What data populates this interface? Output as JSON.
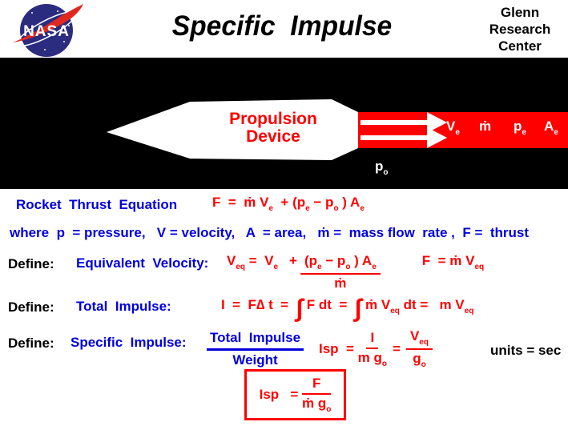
{
  "colors": {
    "red": "#ff0000",
    "blue": "#0000dd",
    "black": "#000000",
    "white": "#ffffff",
    "nasa_blue": "#2b2b80",
    "nasa_red": "#e0281e"
  },
  "header": {
    "logo": "NASA",
    "title": "Specific  Impulse",
    "org_lines": [
      "Glenn",
      "Research",
      "Center"
    ]
  },
  "diagram": {
    "device": [
      "Propulsion",
      "Device"
    ],
    "labels": {
      "ve": [
        {
          "t": "V"
        },
        {
          "t": "e",
          "s": "sub"
        }
      ],
      "mdot": [
        {
          "t": "ṁ"
        }
      ],
      "pe": [
        {
          "t": "p"
        },
        {
          "t": "e",
          "s": "sub"
        }
      ],
      "ae": [
        {
          "t": "A"
        },
        {
          "t": "e",
          "s": "sub"
        }
      ],
      "po": [
        {
          "t": "p"
        },
        {
          "t": "o",
          "s": "sub"
        }
      ]
    }
  },
  "rows": {
    "thrust": {
      "label": "Rocket  Thrust  Equation",
      "eq": [
        {
          "t": "F  =  "
        },
        {
          "t": "ṁ"
        },
        {
          "t": " V"
        },
        {
          "t": "e",
          "s": "sub"
        },
        {
          "t": "  + (p"
        },
        {
          "t": "e",
          "s": "sub"
        },
        {
          "t": " − p"
        },
        {
          "t": "o",
          "s": "sub"
        },
        {
          "t": " ) A"
        },
        {
          "t": "e",
          "s": "sub"
        }
      ]
    },
    "where": {
      "text": "where  p  = pressure,   V = velocity,   A  = area,   ṁ =  mass flow  rate ,  F =  thrust"
    },
    "equiv": {
      "define": "Define:",
      "label": "Equivalent  Velocity:",
      "lhs": [
        {
          "t": "V"
        },
        {
          "t": "eq",
          "s": "sub"
        },
        {
          "t": " =  V"
        },
        {
          "t": "e",
          "s": "sub"
        }
      ],
      "plus": "+",
      "frac_num": [
        {
          "t": "(p"
        },
        {
          "t": "e",
          "s": "sub"
        },
        {
          "t": " − p"
        },
        {
          "t": "o",
          "s": "sub"
        },
        {
          "t": " ) A"
        },
        {
          "t": "e",
          "s": "sub"
        }
      ],
      "frac_den": [
        {
          "t": "ṁ"
        }
      ],
      "rhs": [
        {
          "t": "F  = "
        },
        {
          "t": "ṁ"
        },
        {
          "t": " V"
        },
        {
          "t": "eq",
          "s": "sub"
        }
      ]
    },
    "total": {
      "define": "Define:",
      "label": "Total  Impulse:",
      "eq": [
        {
          "t": "I  =  F"
        },
        {
          "t": "∆"
        },
        {
          "t": " t  =  "
        },
        {
          "t": "∫",
          "s": "int"
        },
        {
          "t": " F dt  =  "
        },
        {
          "t": "∫",
          "s": "int"
        },
        {
          "t": " "
        },
        {
          "t": "ṁ"
        },
        {
          "t": " V"
        },
        {
          "t": "eq",
          "s": "sub"
        },
        {
          "t": " dt =   m V"
        },
        {
          "t": "eq",
          "s": "sub"
        }
      ]
    },
    "specific": {
      "define": "Define:",
      "label": "Specific  Impulse:",
      "ratio_num": "Total  Impulse",
      "ratio_den": "Weight",
      "isp_lhs": [
        {
          "t": "Isp  = "
        }
      ],
      "frac1_num": [
        {
          "t": "I"
        }
      ],
      "frac1_den": [
        {
          "t": "m g"
        },
        {
          "t": "o",
          "s": "sub"
        }
      ],
      "eq_sign": "=",
      "frac2_num": [
        {
          "t": "V"
        },
        {
          "t": "eq",
          "s": "sub"
        }
      ],
      "frac2_den": [
        {
          "t": "g"
        },
        {
          "t": "o",
          "s": "sub"
        }
      ],
      "units": "units = sec"
    },
    "boxed": {
      "lhs": [
        {
          "t": "Isp   = "
        }
      ],
      "frac_num": [
        {
          "t": "F"
        }
      ],
      "frac_den": [
        {
          "t": "ṁ"
        },
        {
          "t": " g"
        },
        {
          "t": "o",
          "s": "sub"
        }
      ]
    }
  }
}
